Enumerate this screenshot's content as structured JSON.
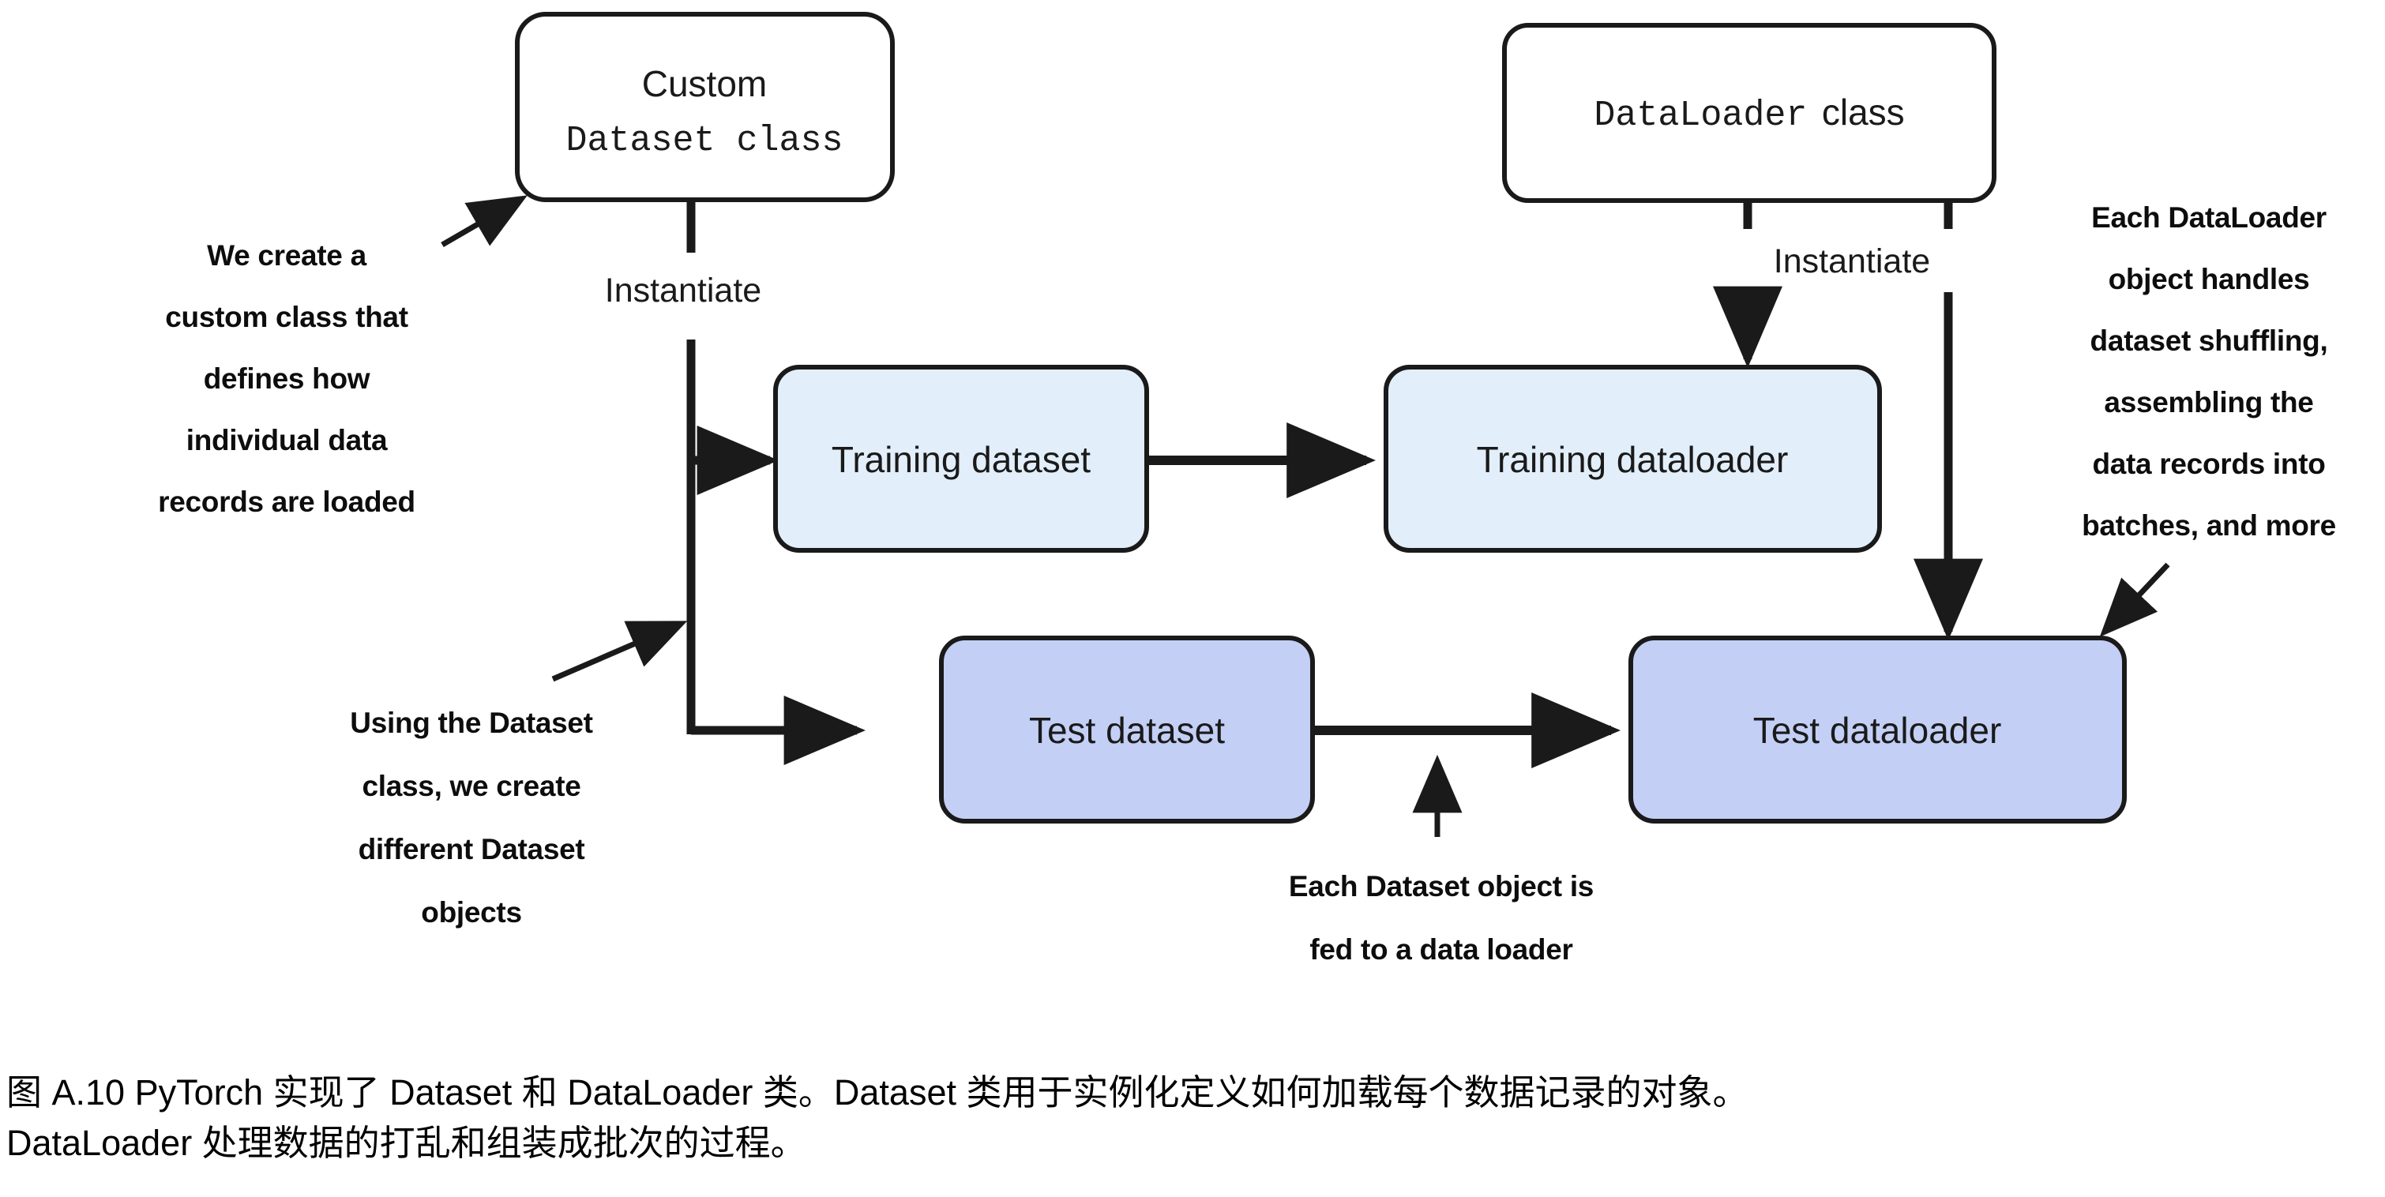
{
  "figure": {
    "type": "flow-diagram",
    "background_color": "#ffffff"
  },
  "colors": {
    "stroke": "#1a1a1a",
    "box_white_fill": "#ffffff",
    "dataset_light_fill": "#e2eef9",
    "dataset_dark_fill": "#c3cff5",
    "annotation_text": "#0d0d0d",
    "caption_text": "#1b1b5e"
  },
  "nodes": {
    "custom_dataset_class": {
      "line1": "Custom",
      "line2": "Dataset class",
      "fill": "#ffffff"
    },
    "dataloader_class": {
      "mono_part": "DataLoader",
      "plain_part": "class",
      "fill": "#ffffff"
    },
    "training_dataset": {
      "label": "Training dataset",
      "fill": "#e2eef9"
    },
    "training_dataloader": {
      "label": "Training dataloader",
      "fill": "#e2eef9"
    },
    "test_dataset": {
      "label": "Test dataset",
      "fill": "#c3cff5"
    },
    "test_dataloader": {
      "label": "Test dataloader",
      "fill": "#c3cff5"
    }
  },
  "edge_labels": {
    "instantiate_left": "Instantiate",
    "instantiate_right": "Instantiate"
  },
  "annotations": {
    "left_top": {
      "lines": [
        "We create a",
        "custom class that",
        "defines how",
        "individual data",
        "records are loaded"
      ]
    },
    "left_bottom": {
      "lines": [
        "Using the Dataset",
        "class, we create",
        "different Dataset",
        "objects"
      ]
    },
    "right": {
      "lines": [
        "Each DataLoader",
        "object handles",
        "dataset shuffling,",
        "assembling the",
        "data records into",
        "batches, and more"
      ]
    },
    "bottom": {
      "lines": [
        "Each Dataset object is",
        "fed to a data loader"
      ]
    }
  },
  "caption": {
    "line1": "图 A.10 PyTorch 实现了 Dataset 和 DataLoader 类。Dataset 类用于实例化定义如何加载每个数据记录的对象。",
    "line2": "DataLoader 处理数据的打乱和组装成批次的过程。"
  }
}
